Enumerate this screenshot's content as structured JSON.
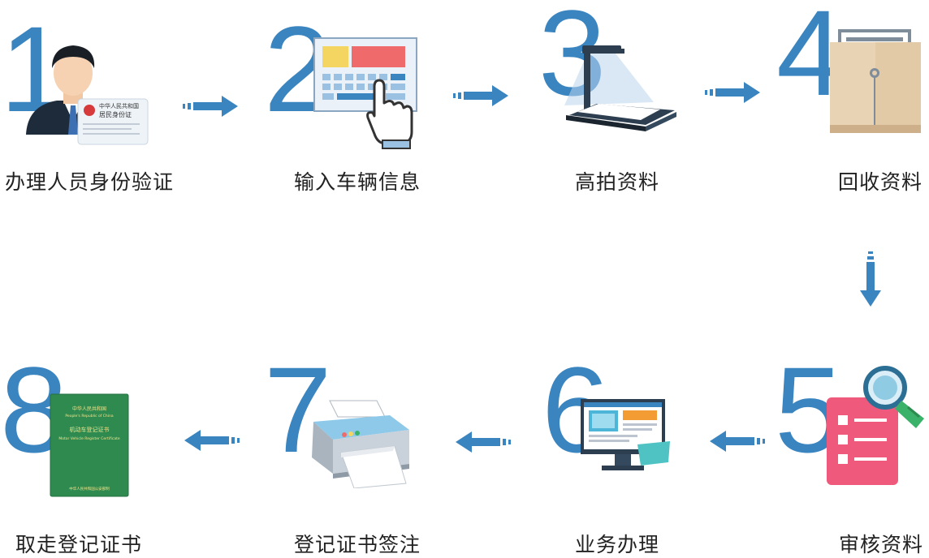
{
  "steps": [
    {
      "num": "1",
      "label": "办理人员身份验证",
      "icon": "id-card-person-icon"
    },
    {
      "num": "2",
      "label": "输入车辆信息",
      "icon": "keyboard-hand-icon"
    },
    {
      "num": "3",
      "label": "高拍资料",
      "icon": "document-scanner-icon"
    },
    {
      "num": "4",
      "label": "回收资料",
      "icon": "document-envelope-icon"
    },
    {
      "num": "5",
      "label": "审核资料",
      "icon": "magnifier-document-icon"
    },
    {
      "num": "6",
      "label": "业务办理",
      "icon": "monitor-icon"
    },
    {
      "num": "7",
      "label": "登记证书签注",
      "icon": "printer-icon"
    },
    {
      "num": "8",
      "label": "取走登记证书",
      "icon": "green-certificate-icon"
    }
  ],
  "id_card": {
    "title": "中华人民共和国",
    "subtitle": "居民身份证"
  },
  "certificate": {
    "title": "中华人民共和国",
    "subtitle": "People's Republic of China",
    "name": "机动车登记证书",
    "english": "Motor Vehicle Register Certificate",
    "footer": "中华人民共和国公安部制"
  },
  "colors": {
    "accent": "#3a85c0",
    "text": "#222222"
  }
}
